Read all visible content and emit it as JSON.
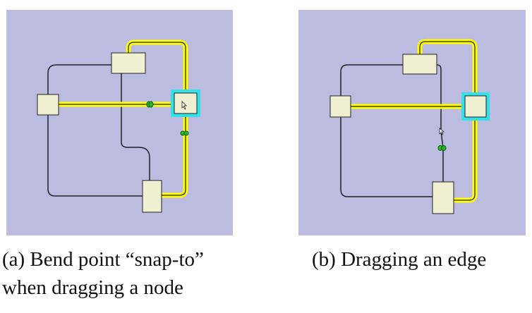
{
  "panels": [
    {
      "id": "a",
      "caption_lines": [
        "(a) Bend point “snap-to”",
        "when dragging a node"
      ]
    },
    {
      "id": "b",
      "caption_lines": [
        "(b) Dragging an edge"
      ]
    }
  ],
  "colors": {
    "background": "#bcbce0",
    "node_fill": "#efefd2",
    "node_stroke": "#222222",
    "edge": "#222222",
    "highlight_edge": "#ffff00",
    "selection": "#33e0e8",
    "bend_handle": "#22bb22"
  },
  "icons": [
    "mouse-cursor-icon"
  ]
}
